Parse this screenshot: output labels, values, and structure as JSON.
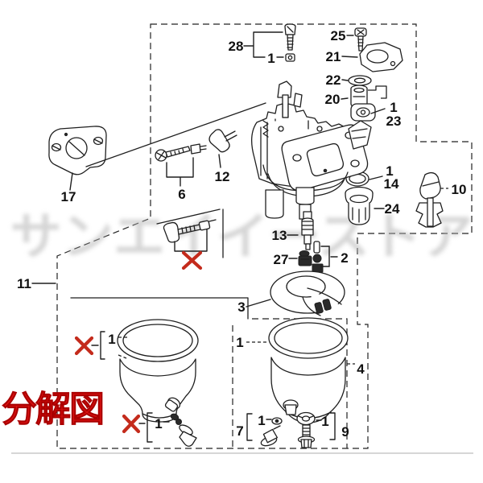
{
  "figure": {
    "type": "exploded-parts-diagram",
    "subject": "carburetor",
    "caption": "分解図",
    "watermark": "サンエイイーストア"
  },
  "colors": {
    "line": "#1f1f1f",
    "background": "#ffffff",
    "red_accent": "#c42b1c",
    "caption_red": "#dd1111",
    "watermark_gray": "#b3b3b3"
  },
  "labels": [
    {
      "text": "28"
    },
    {
      "text": "1"
    },
    {
      "text": "25"
    },
    {
      "text": "21"
    },
    {
      "text": "22"
    },
    {
      "text": "20"
    },
    {
      "text": "1"
    },
    {
      "text": "23"
    },
    {
      "text": "1"
    },
    {
      "text": "14"
    },
    {
      "text": "24"
    },
    {
      "text": "10"
    },
    {
      "text": "13"
    },
    {
      "text": "27"
    },
    {
      "text": "2"
    },
    {
      "text": "3"
    },
    {
      "text": "1"
    },
    {
      "text": "4"
    },
    {
      "text": "11"
    },
    {
      "text": "17"
    },
    {
      "text": "6"
    },
    {
      "text": "12"
    },
    {
      "text": "1"
    },
    {
      "text": "1"
    },
    {
      "text": "7"
    },
    {
      "text": "1"
    },
    {
      "text": "1"
    },
    {
      "text": "9"
    }
  ],
  "markers": {
    "not_available_symbol": "×",
    "not_available_count": 3
  }
}
